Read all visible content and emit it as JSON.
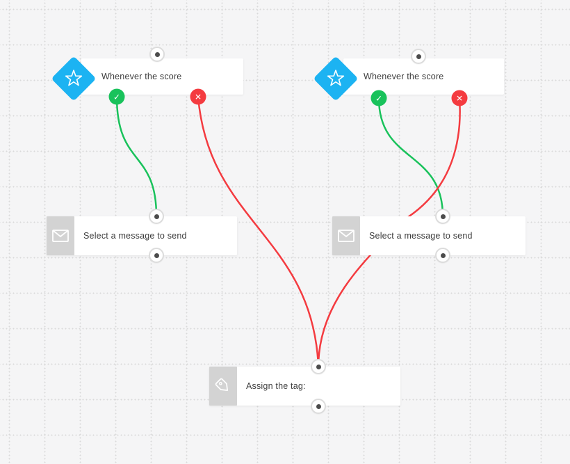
{
  "canvas": {
    "background": "#f5f5f6",
    "grid_dot_color": "#d9d9d9"
  },
  "colors": {
    "trigger_blue": "#1cb3f2",
    "yes_green": "#19c25b",
    "no_red": "#f43b40",
    "icon_tile_gray": "#d3d3d3",
    "card_white": "#ffffff",
    "port_dot": "#4c4c4c",
    "text": "#3d3d3d"
  },
  "nodes": [
    {
      "id": "trigger-left",
      "type": "trigger",
      "icon": "star",
      "label": "Whenever the score"
    },
    {
      "id": "trigger-right",
      "type": "trigger",
      "icon": "star",
      "label": "Whenever the score"
    },
    {
      "id": "message-left",
      "type": "action",
      "icon": "envelope",
      "label": "Select a message to send"
    },
    {
      "id": "message-right",
      "type": "action",
      "icon": "envelope",
      "label": "Select a message to send"
    },
    {
      "id": "tag",
      "type": "action",
      "icon": "tag",
      "label": "Assign the tag:"
    }
  ],
  "badges": {
    "yes_glyph": "✓",
    "no_glyph": "✕"
  },
  "edges": [
    {
      "from": "trigger-left-yes",
      "to": "message-left-top",
      "result": "yes",
      "color": "#19c25b"
    },
    {
      "from": "trigger-left-no",
      "to": "tag-top",
      "result": "no",
      "color": "#f43b40"
    },
    {
      "from": "trigger-right-yes",
      "to": "message-right-top",
      "result": "yes",
      "color": "#19c25b"
    },
    {
      "from": "trigger-right-no",
      "to": "tag-top",
      "result": "no",
      "color": "#f43b40"
    }
  ]
}
